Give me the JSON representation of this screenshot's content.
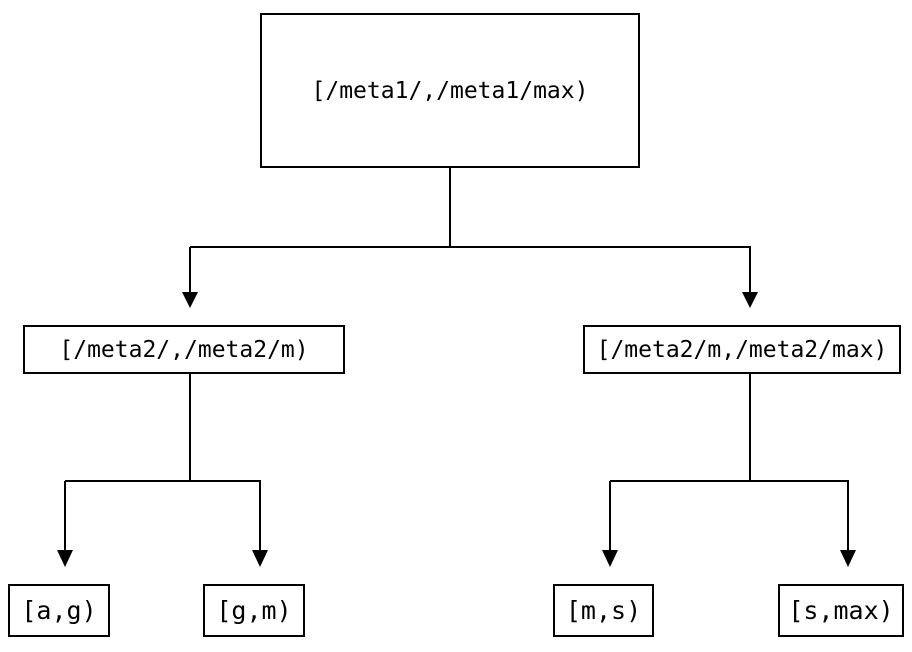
{
  "colors": {
    "background": "#ffffff",
    "line": "#000000",
    "text": "#000000"
  },
  "tree": {
    "root": {
      "label": "[/meta1/,/meta1/max)",
      "children": [
        {
          "label": "[/meta2/,/meta2/m)",
          "children": [
            {
              "label": "[a,g)"
            },
            {
              "label": "[g,m)"
            }
          ]
        },
        {
          "label": "[/meta2/m,/meta2/max)",
          "children": [
            {
              "label": "[m,s)"
            },
            {
              "label": "[s,max)"
            }
          ]
        }
      ]
    }
  }
}
